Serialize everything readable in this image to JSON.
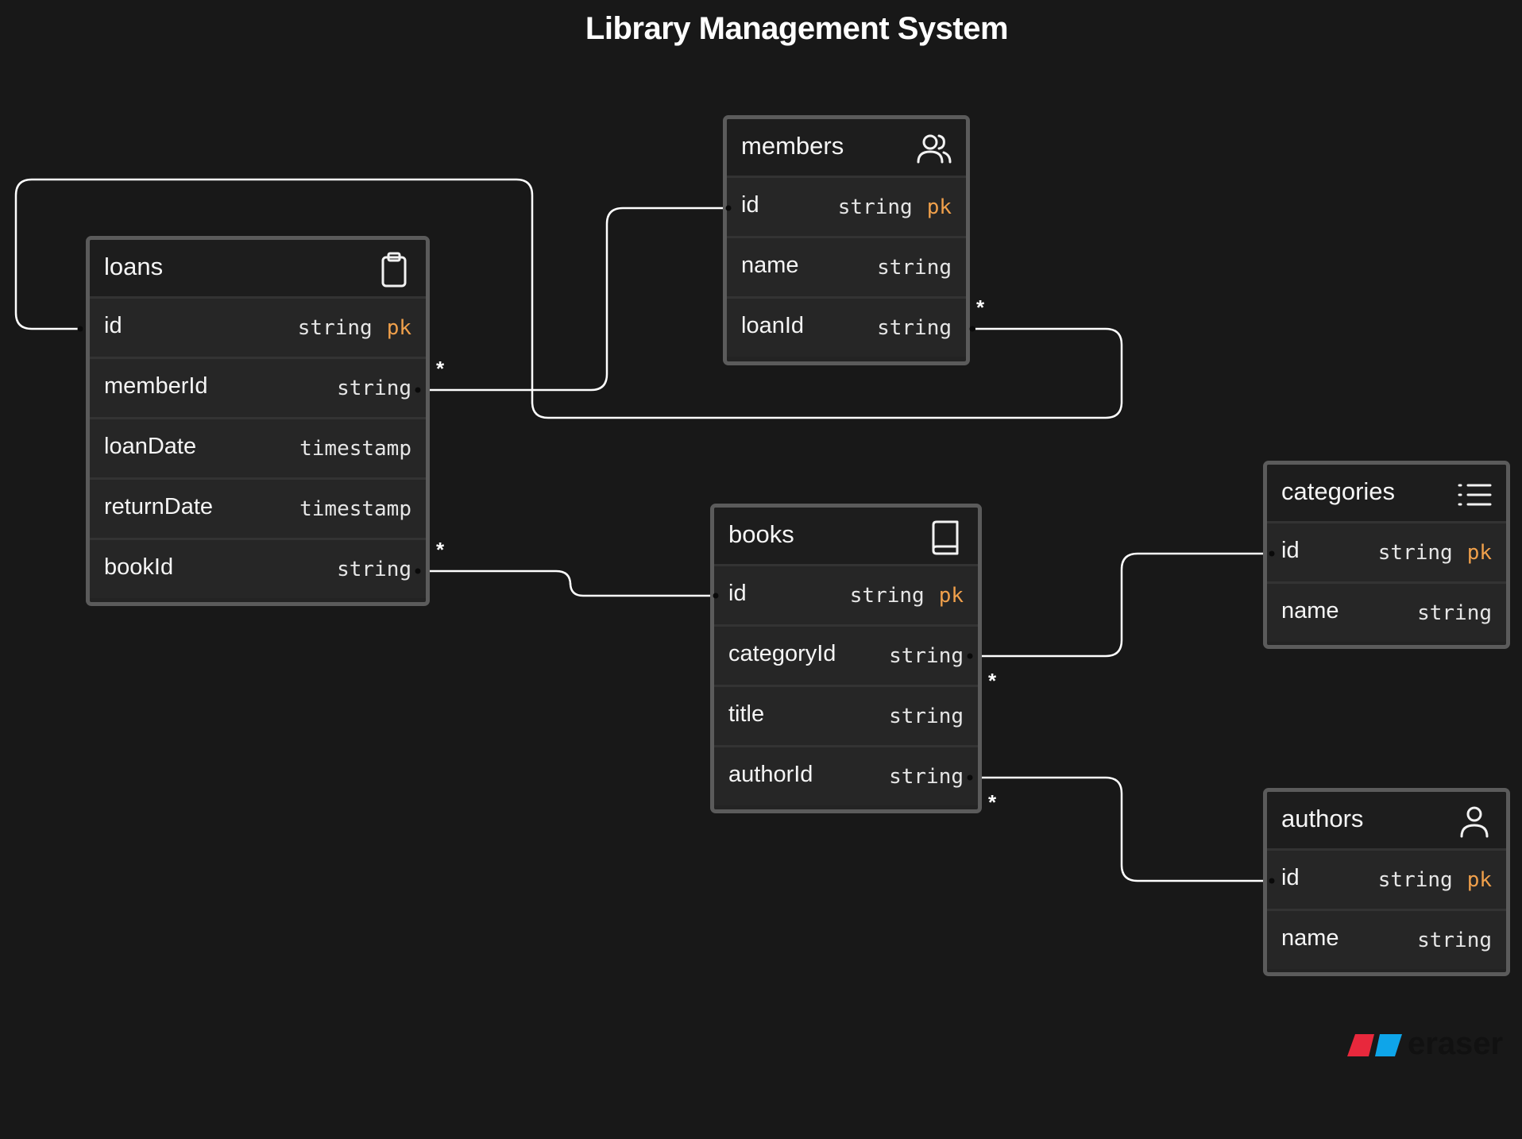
{
  "title": "Library Management System",
  "entities": {
    "loans": {
      "name": "loans",
      "icon": "clipboard-icon",
      "fields": [
        {
          "name": "id",
          "type": "string",
          "pk": "pk"
        },
        {
          "name": "memberId",
          "type": "string"
        },
        {
          "name": "loanDate",
          "type": "timestamp"
        },
        {
          "name": "returnDate",
          "type": "timestamp"
        },
        {
          "name": "bookId",
          "type": "string"
        }
      ]
    },
    "members": {
      "name": "members",
      "icon": "users-icon",
      "fields": [
        {
          "name": "id",
          "type": "string",
          "pk": "pk"
        },
        {
          "name": "name",
          "type": "string"
        },
        {
          "name": "loanId",
          "type": "string"
        }
      ]
    },
    "books": {
      "name": "books",
      "icon": "book-icon",
      "fields": [
        {
          "name": "id",
          "type": "string",
          "pk": "pk"
        },
        {
          "name": "categoryId",
          "type": "string"
        },
        {
          "name": "title",
          "type": "string"
        },
        {
          "name": "authorId",
          "type": "string"
        }
      ]
    },
    "categories": {
      "name": "categories",
      "icon": "list-icon",
      "fields": [
        {
          "name": "id",
          "type": "string",
          "pk": "pk"
        },
        {
          "name": "name",
          "type": "string"
        }
      ]
    },
    "authors": {
      "name": "authors",
      "icon": "user-icon",
      "fields": [
        {
          "name": "id",
          "type": "string",
          "pk": "pk"
        },
        {
          "name": "name",
          "type": "string"
        }
      ]
    }
  },
  "relations": [
    {
      "from": "loans.memberId",
      "to": "members.id",
      "cardinality": "*"
    },
    {
      "from": "members.loanId",
      "to": "loans.id",
      "cardinality": "*"
    },
    {
      "from": "loans.bookId",
      "to": "books.id",
      "cardinality": "*"
    },
    {
      "from": "books.categoryId",
      "to": "categories.id",
      "cardinality": "*"
    },
    {
      "from": "books.authorId",
      "to": "authors.id",
      "cardinality": "*"
    }
  ],
  "brand": {
    "name": "eraser",
    "colors": [
      "#e8283c",
      "#0ea5e9"
    ]
  },
  "colors": {
    "background": "#181818",
    "border": "#5b5b5b",
    "pk": "#f0a04b",
    "line": "#ffffff"
  }
}
